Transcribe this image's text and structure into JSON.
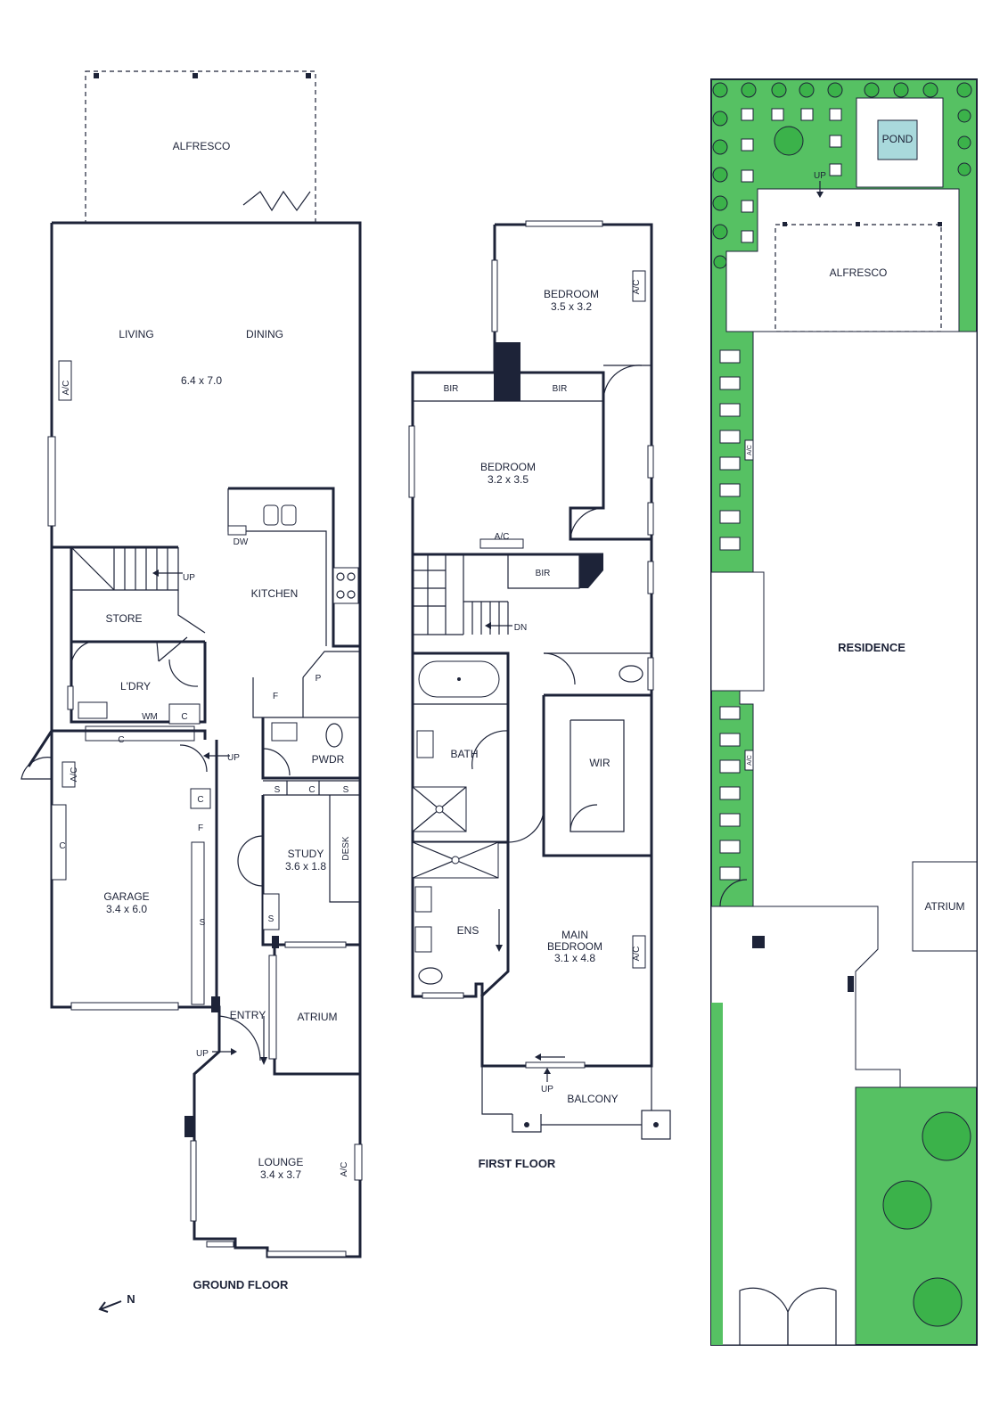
{
  "ground_floor": {
    "title": "GROUND FLOOR",
    "rooms": {
      "alfresco": "ALFRESCO",
      "living": "LIVING",
      "dining": "DINING",
      "living_dining_size": "6.4 x 7.0",
      "kitchen": "KITCHEN",
      "store": "STORE",
      "laundry": "L'DRY",
      "powder": "PWDR",
      "study": "STUDY",
      "study_size": "3.6 x 1.8",
      "garage": "GARAGE",
      "garage_size": "3.4 x 6.0",
      "entry": "ENTRY",
      "atrium": "ATRIUM",
      "lounge": "LOUNGE",
      "lounge_size": "3.4 x 3.7"
    },
    "fixtures": {
      "ac": "A/C",
      "dw": "DW",
      "wm": "WM",
      "c": "C",
      "f": "F",
      "p": "P",
      "s": "S",
      "desk": "DESK",
      "up": "UP"
    }
  },
  "first_floor": {
    "title": "FIRST FLOOR",
    "rooms": {
      "bedroom_1": "BEDROOM",
      "bedroom_1_size": "3.5 x 3.2",
      "bedroom_2": "BEDROOM",
      "bedroom_2_size": "3.2 x 3.5",
      "bath": "BATH",
      "ens": "ENS",
      "wir": "WIR",
      "main_bedroom_l1": "MAIN",
      "main_bedroom_l2": "BEDROOM",
      "main_bedroom_size": "3.1 x 4.8",
      "balcony": "BALCONY"
    },
    "fixtures": {
      "bir": "BIR",
      "ac": "A/C",
      "dn": "DN",
      "up": "UP"
    }
  },
  "site": {
    "pond": "POND",
    "alfresco": "ALFRESCO",
    "residence": "RESIDENCE",
    "atrium": "ATRIUM",
    "up": "UP",
    "ac": "A/C"
  },
  "compass": {
    "label": "N"
  },
  "colors": {
    "line": "#1d2338",
    "grass": "#56c163",
    "tree": "#3bb24a",
    "pond": "#a9d9dc"
  }
}
